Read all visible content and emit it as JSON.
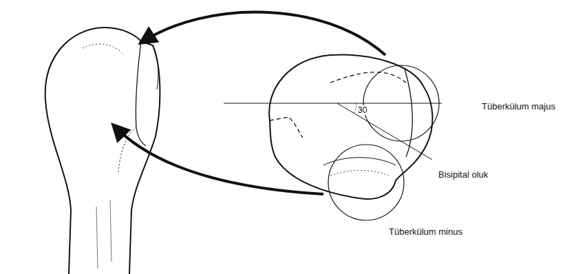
{
  "diagram": {
    "labels": [
      "Tüberkülum majus",
      "30",
      "Bisipital oluk",
      "Tüberkülum minus"
    ]
  }
}
